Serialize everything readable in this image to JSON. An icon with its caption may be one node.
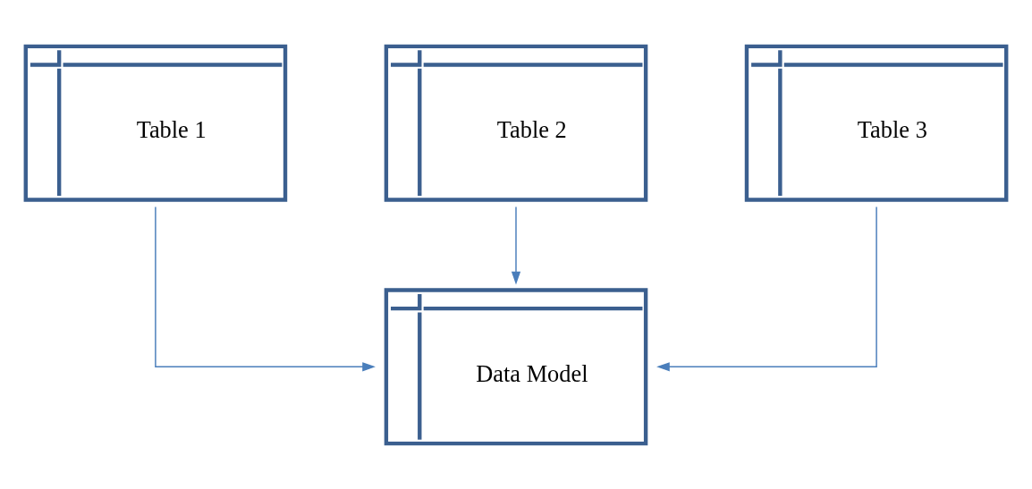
{
  "diagram": {
    "nodes": [
      {
        "text": [
          "Table 1"
        ]
      },
      {
        "text": [
          "Table 2"
        ]
      },
      {
        "text": [
          "Table 3"
        ]
      },
      {
        "text": [
          "Data Model"
        ]
      }
    ],
    "edges": [
      {
        "from": 0,
        "to": 3,
        "arrow": "to"
      },
      {
        "from": 1,
        "to": 3,
        "arrow": "to"
      },
      {
        "from": 2,
        "to": 3,
        "arrow": "to"
      }
    ]
  }
}
